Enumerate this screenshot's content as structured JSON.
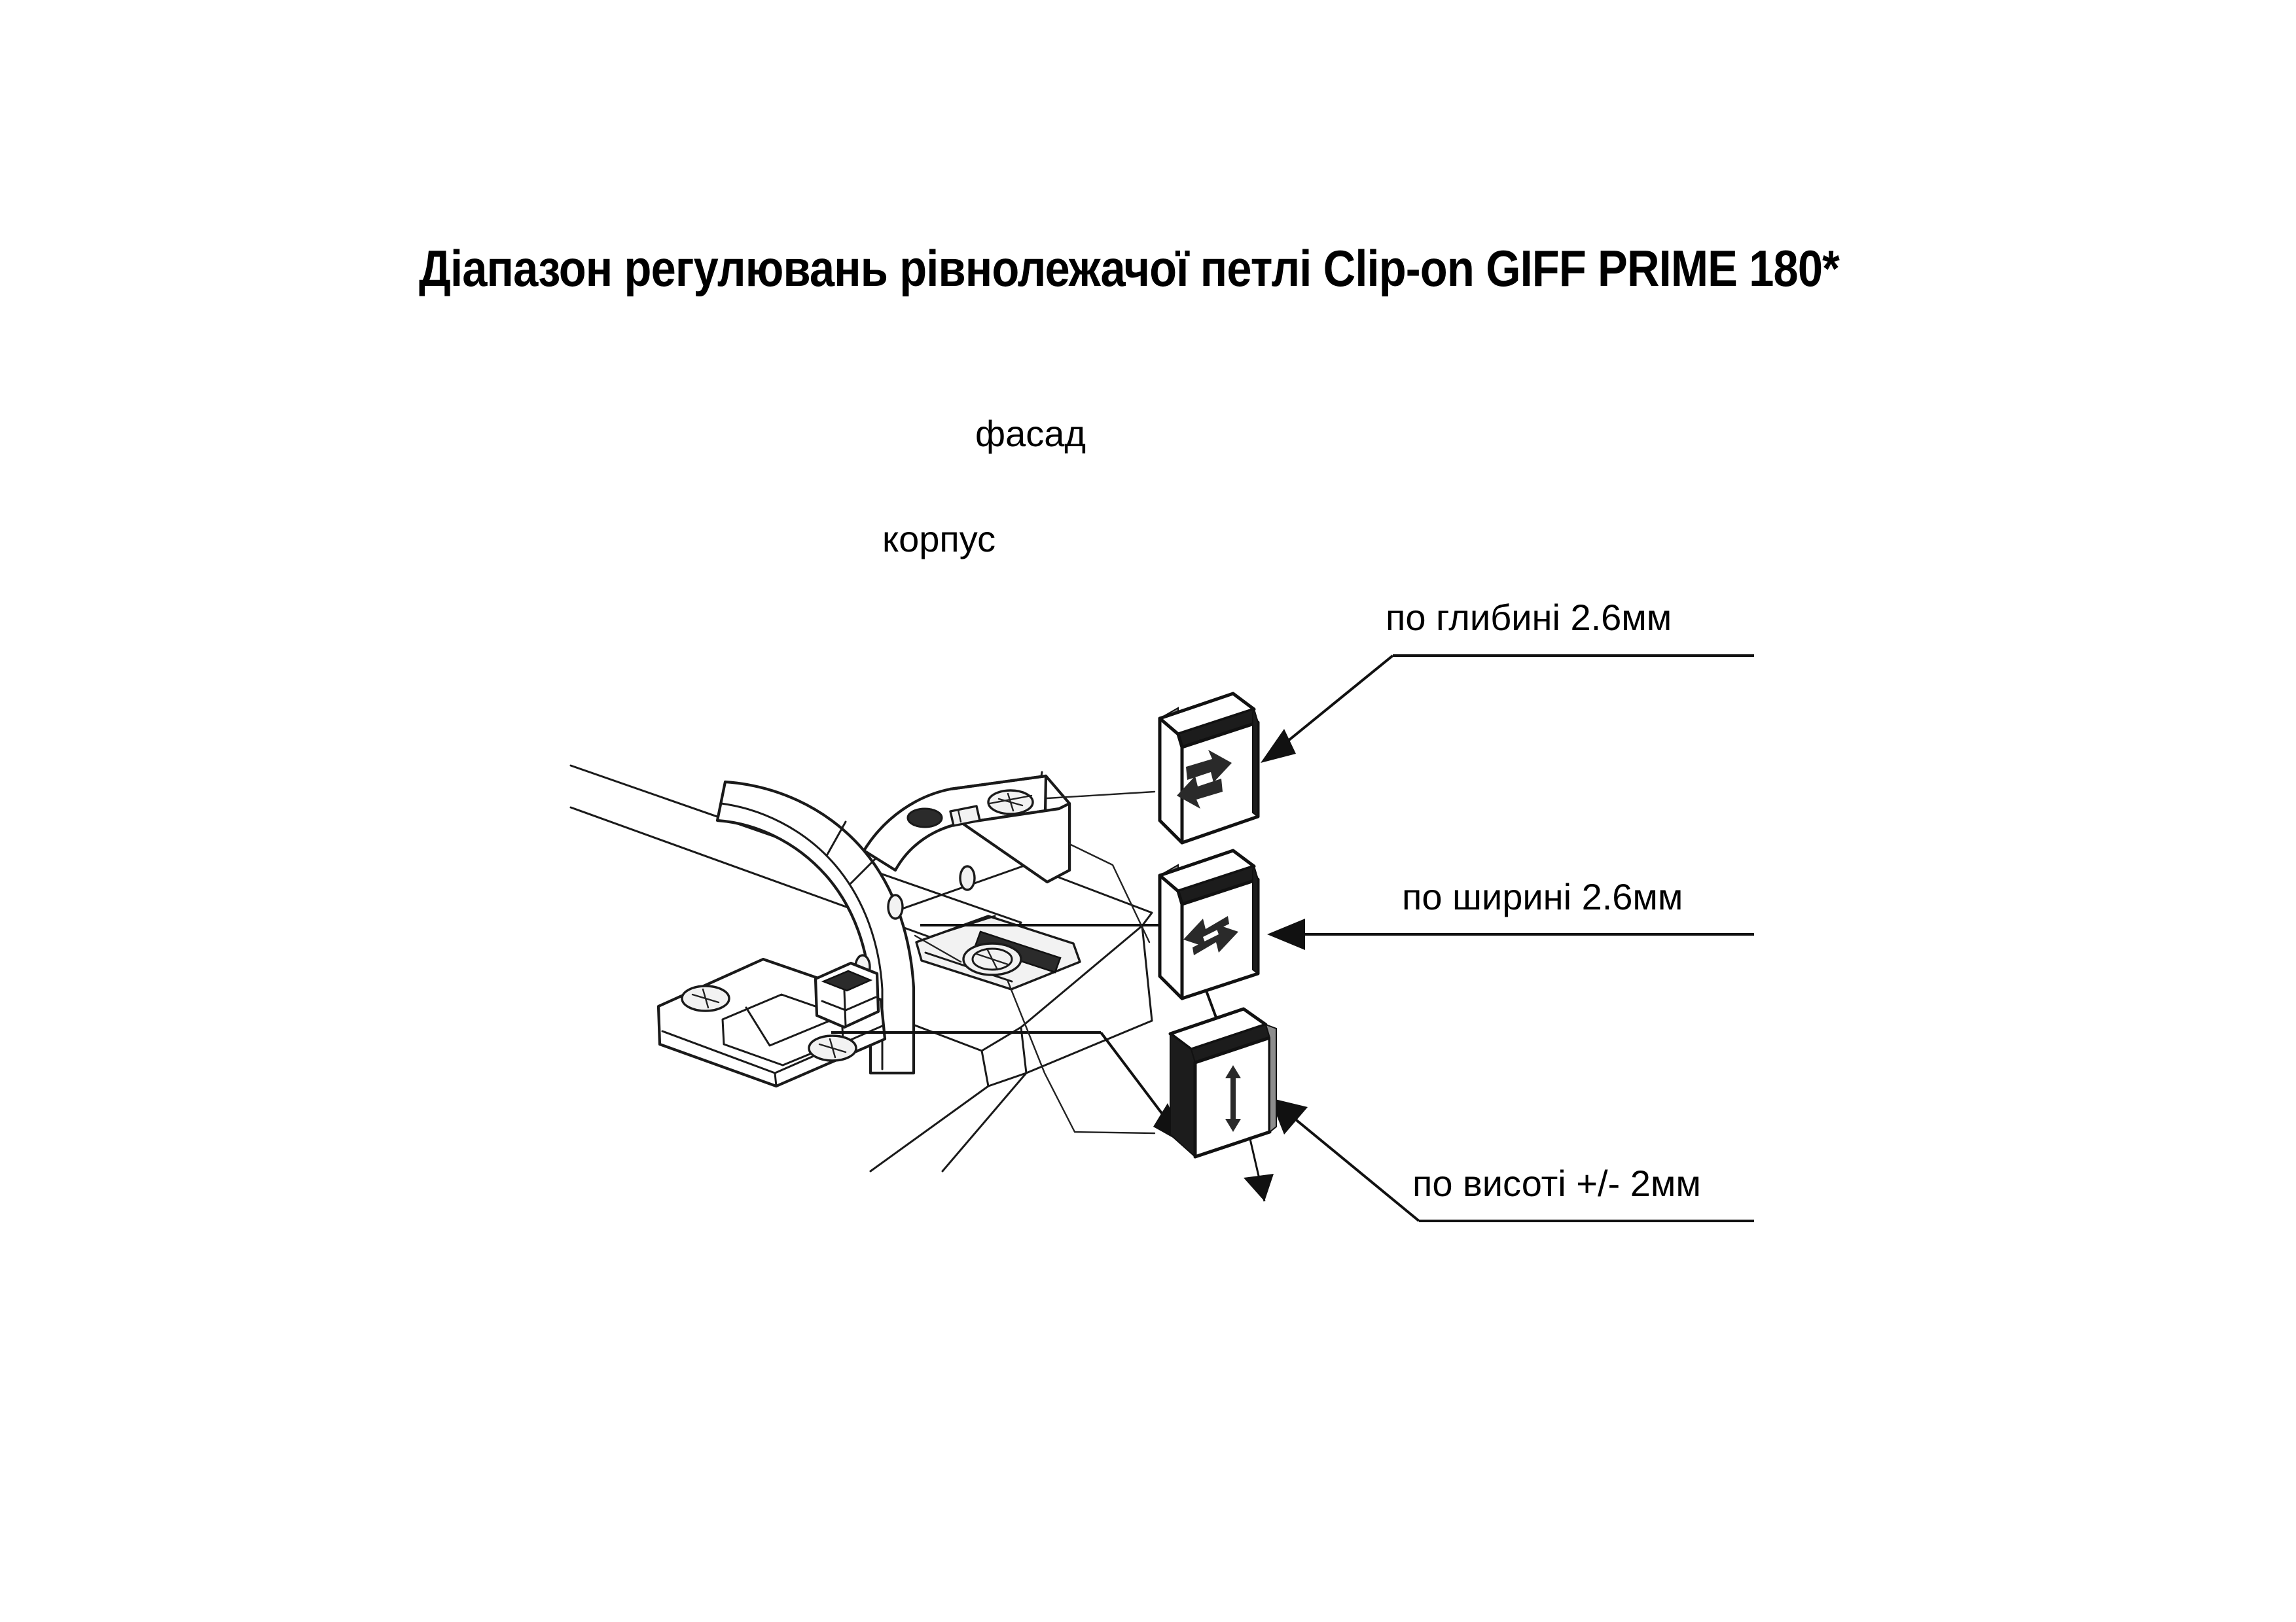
{
  "title": "Діапазон регулювань рівнолежачої петлі Clip-on GIFF PRIME 180*",
  "callouts": {
    "facade": "фасад",
    "body": "корпус",
    "depth": "по глибині 2.6мм",
    "width": "по ширині 2.6мм",
    "height": "по висоті +/- 2мм"
  },
  "icons": {
    "depth_arrow": "double-arrow-diagonal-icon",
    "width_arrow": "double-arrow-horizontal-icon",
    "height_arrow": "double-arrow-vertical-icon"
  },
  "colors": {
    "ink": "#111111",
    "paper": "#ffffff",
    "arrow": "#2a2a2a",
    "edge_dark": "#1c1c1c",
    "edge_grey": "#8d8d8d"
  }
}
